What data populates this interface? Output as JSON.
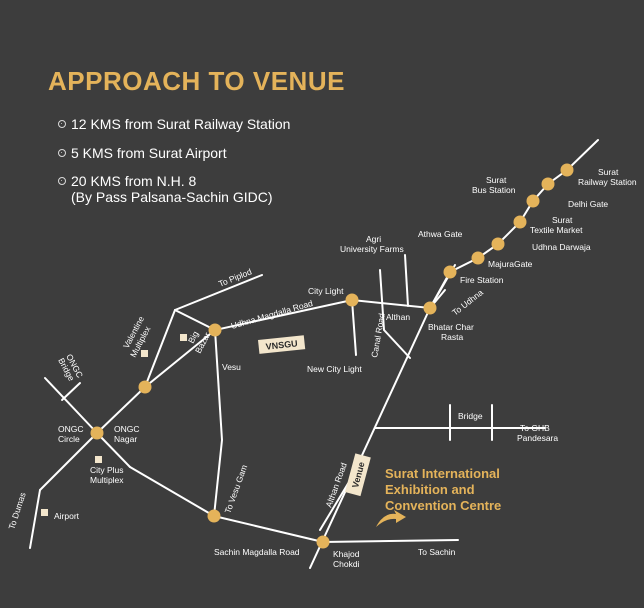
{
  "title": "APPROACH TO VENUE",
  "distances": [
    {
      "text": "12 KMS from Surat Railway Station"
    },
    {
      "text": "5 KMS from Surat Airport"
    },
    {
      "text": "20 KMS from N.H. 8",
      "sub": "(By Pass Palsana-Sachin GIDC)"
    }
  ],
  "venue": {
    "name_lines": [
      "Surat International",
      "Exhibition and",
      "Convention Centre"
    ],
    "tag": "Venue"
  },
  "labels": {
    "surat_railway_station": [
      "Surat",
      "Railway Station"
    ],
    "surat_bus_station": [
      "Surat",
      "Bus Station"
    ],
    "delhi_gate": "Delhi Gate",
    "surat_textile_market": [
      "Surat",
      "Textile Market"
    ],
    "udhna_darwaja": "Udhna Darwaja",
    "athwa_gate": "Athwa Gate",
    "majura_gate": "MajuraGate",
    "fire_station": "Fire Station",
    "to_udhna": "To Udhna",
    "agri_university_farms": [
      "Agri",
      "University Farms"
    ],
    "city_light": "City Light",
    "althan": "Althan",
    "bhatar_char_rasta": [
      "Bhatar Char",
      "Rasta"
    ],
    "canal_road": "Canal Road",
    "new_city_light": "New City Light",
    "to_piplod": "To Piplod",
    "udhna_magdalla_road": "Udhna Magdalla Road",
    "vnsgu": "VNSGU",
    "valentine_multiplex": [
      "Valentine",
      "Multiplex"
    ],
    "big_bazar": [
      "Big",
      "Bazar"
    ],
    "vesu": "Vesu",
    "ongc_bridge": [
      "ONGC",
      "Bridge"
    ],
    "ongc_circle": [
      "ONGC",
      "Circle"
    ],
    "ongc_nagar": [
      "ONGC",
      "Nagar"
    ],
    "city_plus_multiplex": [
      "City Plus",
      "Multiplex"
    ],
    "bridge": "Bridge",
    "to_ghb_pandesara": [
      "To GHB",
      "Pandesara"
    ],
    "althan_road": "Althan Road",
    "to_vesu_gam": "To Vesu Gam",
    "to_dumas": "To Dumas",
    "airport": "Airport",
    "sachin_magdalla_road": "Sachin Magdalla Road",
    "khajod_chokdi": [
      "Khajod",
      "Chokdi"
    ],
    "to_sachin": "To Sachin"
  },
  "colors": {
    "background": "#3d3d3d",
    "road": "#ffffff",
    "junction": "#e4b35a",
    "accent": "#e4b35a",
    "landmark": "#f3e6cc"
  }
}
